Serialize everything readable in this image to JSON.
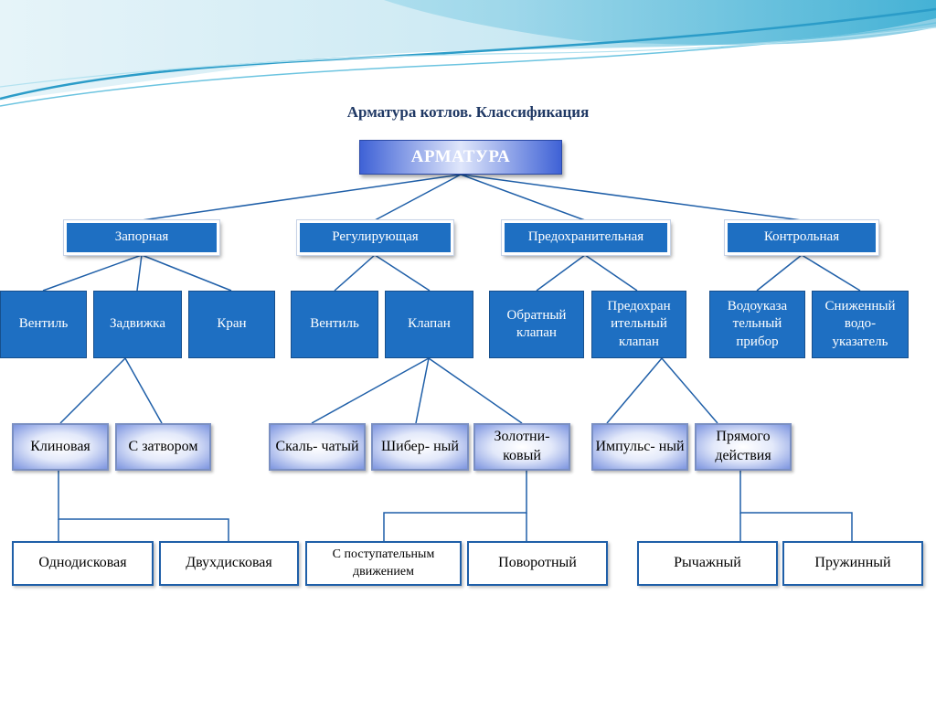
{
  "title": "Арматура котлов. Классификация",
  "root": "АРМАТУРА",
  "level1": [
    "Запорная",
    "Регулирующая",
    "Предохранительная",
    "Контрольная"
  ],
  "level2": [
    "Вентиль",
    "Задвижка",
    "Кран",
    "Вентиль",
    "Клапан",
    "Обратный клапан",
    "Предохран ительный клапан",
    "Водоуказа тельный прибор",
    "Сниженный водо- указатель"
  ],
  "level3": [
    "Клиновая",
    "С затвором",
    "Скаль- чатый",
    "Шибер- ный",
    "Золотни- ковый",
    "Импульс- ный",
    "Прямого действия"
  ],
  "level4": [
    "Однодисковая",
    "Двухдисковая",
    "С поступательным движением",
    "Поворотный",
    "Рычажный",
    "Пружинный"
  ],
  "colors": {
    "node_blue": "#1e6fc2",
    "title": "#1f3864",
    "connector": "#1f5fa8"
  }
}
